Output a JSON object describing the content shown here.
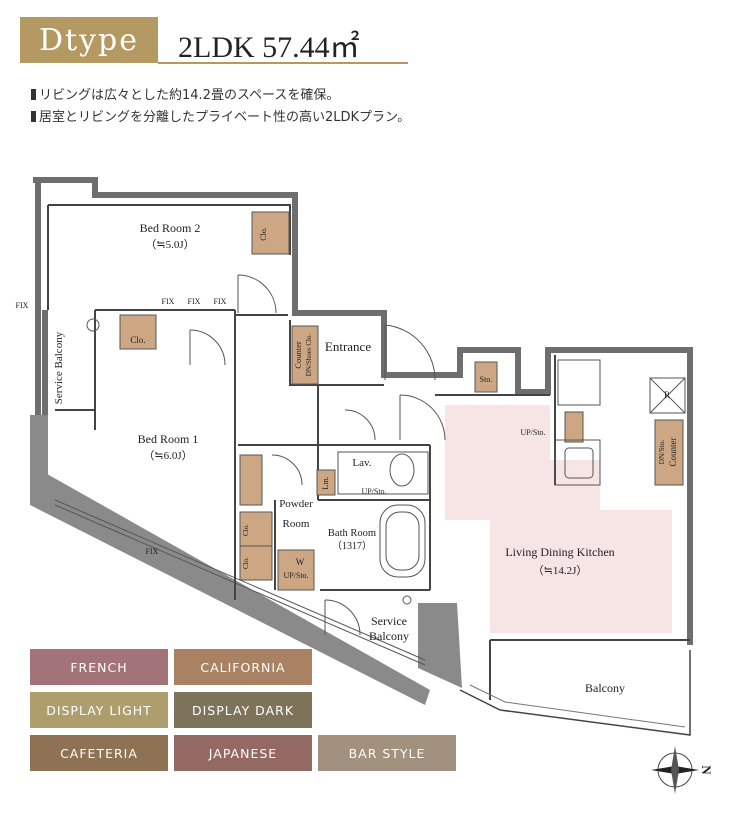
{
  "header": {
    "type_label": "Dtype",
    "layout_label": "2LDK 57.44㎡",
    "bullets": [
      "リビングは広々とした約14.2畳のスペースを確保。",
      "居室とリビングを分離したプライベート性の高い2LDKプラン。"
    ]
  },
  "floorplan": {
    "rooms": {
      "bedroom2_name": "Bed Room 2",
      "bedroom2_size": "（≒5.0J）",
      "bedroom1_name": "Bed Room 1",
      "bedroom1_size": "（≒6.0J）",
      "entrance": "Entrance",
      "lav": "Lav.",
      "powder_room_1": "Powder",
      "powder_room_2": "Room",
      "bath_room": "Bath Room",
      "bath_size": "（1317）",
      "service_balcony_1": "Service",
      "service_balcony_2": "Balcony",
      "service_balcony_left": "Service Balcony",
      "ldk_name": "Living Dining Kitchen",
      "ldk_size": "（≒14.2J）",
      "balcony": "Balcony"
    },
    "fixtures": {
      "clo": "Clo.",
      "fix": "FIX",
      "counter": "Counter",
      "dn_shoes_clo": "DN/Shoes Clo.",
      "dn_sto": "DN/Sto.",
      "sto": "Sto.",
      "up_sto": "UP/Sto.",
      "lm": "Lm.",
      "w": "W",
      "r": "R"
    }
  },
  "styles": [
    {
      "label": "FRENCH",
      "color": "#a27479"
    },
    {
      "label": "CALIFORNIA",
      "color": "#a98163"
    },
    {
      "label": "DISPLAY LIGHT",
      "color": "#ae9d6d"
    },
    {
      "label": "DISPLAY DARK",
      "color": "#7d725a"
    },
    {
      "label": "CAFETERIA",
      "color": "#8e7253"
    },
    {
      "label": "JAPANESE",
      "color": "#956963"
    },
    {
      "label": "BAR STYLE",
      "color": "#a1917e"
    }
  ],
  "colors": {
    "brand": "#b49a62",
    "ldk_fill": "#f7e4e4",
    "storage_fill": "#cda784",
    "wall": "#6e6e6e"
  },
  "compass": {
    "north_label": "N"
  }
}
